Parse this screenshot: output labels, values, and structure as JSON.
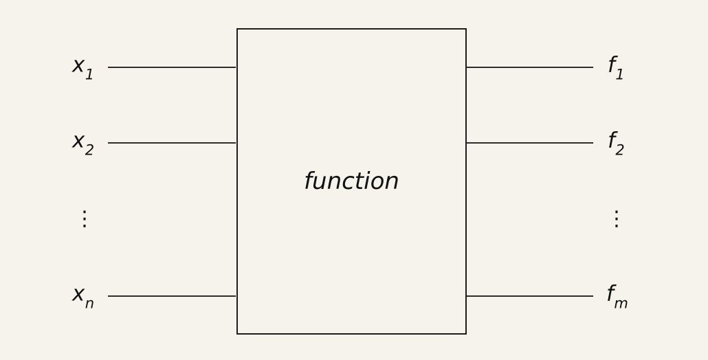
{
  "diagram": {
    "background_color": "#f5f3ec",
    "line_color": "#111111",
    "box_label": "function",
    "inputs": [
      {
        "base": "x",
        "sub": "1"
      },
      {
        "base": "x",
        "sub": "2"
      },
      {
        "base": "x",
        "sub": "n"
      }
    ],
    "outputs": [
      {
        "base": "f",
        "sub": "1"
      },
      {
        "base": "f",
        "sub": "2"
      },
      {
        "base": "f",
        "sub": "m"
      }
    ],
    "ellipsis_left": "⋮",
    "ellipsis_right": "⋮"
  }
}
